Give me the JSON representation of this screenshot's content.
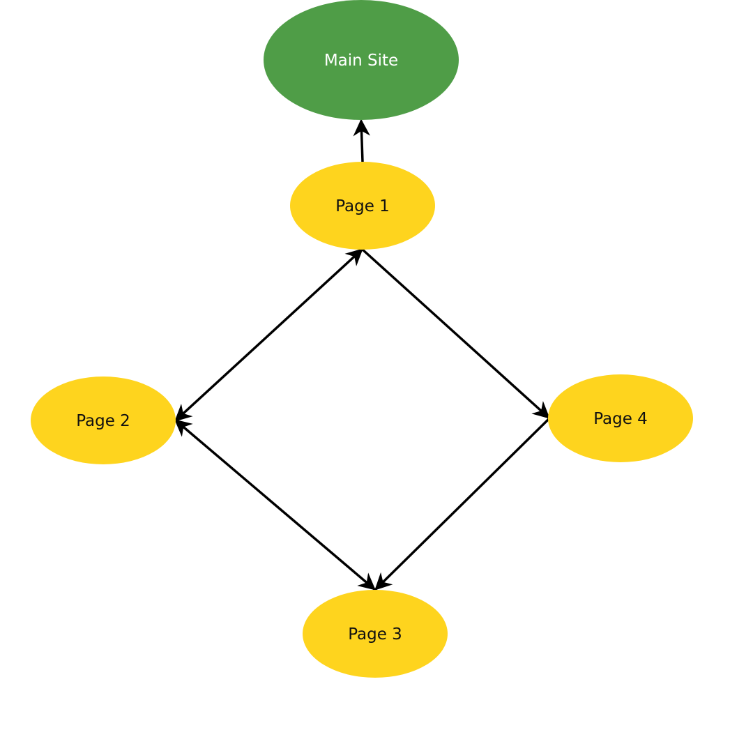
{
  "colors": {
    "background": "#ffffff",
    "main_node": "#4f9d47",
    "page_node": "#fed41e",
    "edge": "#000000",
    "main_text": "#ffffff",
    "page_text": "#111111"
  },
  "nodes": [
    {
      "id": "main",
      "label": "Main Site"
    },
    {
      "id": "p1",
      "label": "Page 1"
    },
    {
      "id": "p2",
      "label": "Page 2"
    },
    {
      "id": "p3",
      "label": "Page 3"
    },
    {
      "id": "p4",
      "label": "Page 4"
    }
  ],
  "edges": [
    {
      "from": "p1",
      "to": "main",
      "direction": "forward"
    },
    {
      "from": "p1",
      "to": "p2",
      "direction": "both"
    },
    {
      "from": "p1",
      "to": "p4",
      "direction": "forward"
    },
    {
      "from": "p2",
      "to": "p3",
      "direction": "both"
    },
    {
      "from": "p4",
      "to": "p3",
      "direction": "forward"
    }
  ]
}
